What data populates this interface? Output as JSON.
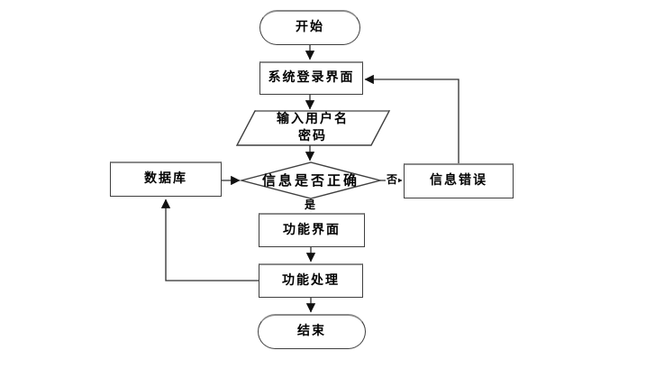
{
  "diagram": {
    "background_color": "#ffffff",
    "line_color": "#2d2d2d",
    "border_color": "#3f3f3f",
    "nodes": [
      {
        "id": "start",
        "type": "terminator",
        "label": "开始"
      },
      {
        "id": "login",
        "type": "process",
        "label": "系统登录界面"
      },
      {
        "id": "input",
        "type": "io",
        "label": "输入用户名\n密码"
      },
      {
        "id": "decision",
        "type": "decision",
        "label": "信息是否正确"
      },
      {
        "id": "database",
        "type": "process",
        "label": "数据库"
      },
      {
        "id": "error",
        "type": "process",
        "label": "信息错误"
      },
      {
        "id": "func_ui",
        "type": "process",
        "label": "功能界面"
      },
      {
        "id": "func_proc",
        "type": "process",
        "label": "功能处理"
      },
      {
        "id": "end",
        "type": "terminator",
        "label": "结束"
      }
    ],
    "edge_labels": {
      "yes": "是",
      "no": "否"
    },
    "edges": [
      {
        "from": "开始",
        "to": "系统登录界面",
        "label": ""
      },
      {
        "from": "系统登录界面",
        "to": "输入用户名密码",
        "label": ""
      },
      {
        "from": "输入用户名密码",
        "to": "信息是否正确",
        "label": ""
      },
      {
        "from": "信息是否正确",
        "to": "功能界面",
        "label": "是"
      },
      {
        "from": "信息是否正确",
        "to": "信息错误",
        "label": "否"
      },
      {
        "from": "信息错误",
        "to": "系统登录界面",
        "label": ""
      },
      {
        "from": "数据库",
        "to": "信息是否正确",
        "label": ""
      },
      {
        "from": "功能界面",
        "to": "功能处理",
        "label": ""
      },
      {
        "from": "功能处理",
        "to": "结束",
        "label": ""
      },
      {
        "from": "功能处理",
        "to": "数据库",
        "label": ""
      }
    ]
  }
}
